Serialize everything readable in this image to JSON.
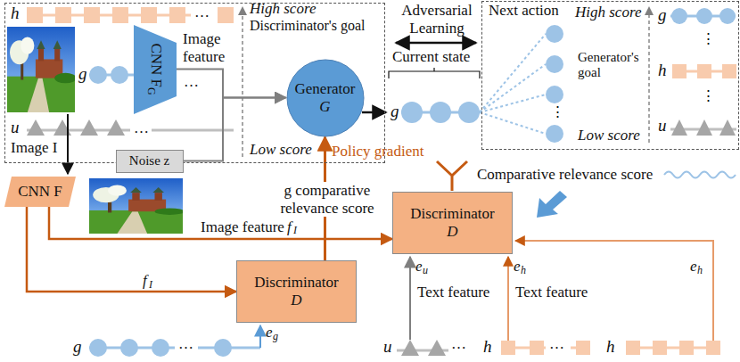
{
  "diagram": {
    "nodes": [
      {
        "text": [
          "Discriminator's goal"
        ]
      },
      {
        "text": [
          "CNN F",
          "G"
        ],
        "in": 0
      },
      {
        "text": [
          "Noise z"
        ],
        "in": 0
      },
      {
        "text": [
          "Generator",
          "G"
        ],
        "in": 0
      },
      {
        "text": [
          "Generator's goal"
        ]
      },
      {
        "text": [
          "CNN F"
        ]
      },
      {
        "text": [
          "Discriminator",
          "D"
        ]
      },
      {
        "text": [
          "Discriminator",
          "D"
        ]
      }
    ],
    "edges": [
      {
        "from": 1,
        "to": 3,
        "arrow": "to",
        "label": "Image feature"
      },
      {
        "from": 2,
        "to": 3,
        "arrow": "to"
      },
      {
        "from": 6,
        "to": 3,
        "arrow": "to",
        "label": "Policy gradient"
      },
      {
        "from": 5,
        "to": 6,
        "arrow": "to"
      },
      {
        "from": 5,
        "to": 7,
        "arrow": "to",
        "label": "Image feature"
      }
    ],
    "labels": [
      "h",
      "…",
      "g",
      "…",
      "u",
      "…",
      "Image I",
      "High score",
      "Low score",
      "Adversarial Learning",
      "Current state",
      "g",
      "Next action",
      "High score",
      "Low score",
      "⋮",
      "g",
      "h",
      "u",
      "⋮",
      "⋮",
      "Comparative relevance score",
      "g comparative relevance score",
      "f",
      "I",
      "f",
      "I",
      "g",
      "…",
      "e",
      "g",
      "u",
      "…",
      "e",
      "u",
      "Text feature",
      "h",
      "…",
      "h",
      "e",
      "h",
      "Text feature",
      "e",
      "h"
    ]
  }
}
